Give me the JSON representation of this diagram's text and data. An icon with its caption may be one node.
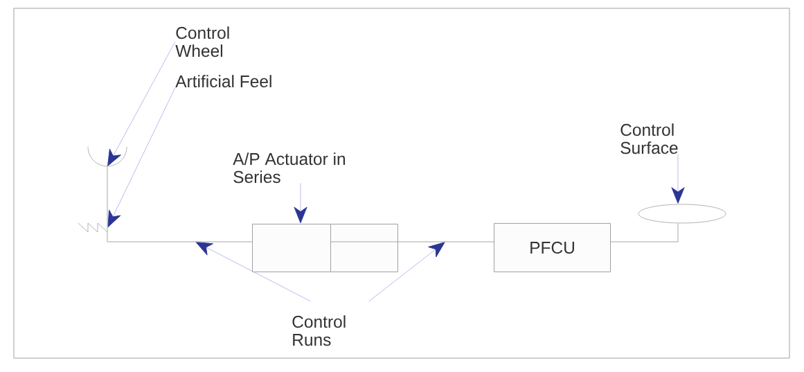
{
  "diagram": {
    "nodes": [
      {
        "text": [
          "Control Wheel"
        ]
      },
      {
        "text": [
          "Artificial Feel"
        ]
      },
      {
        "text": [
          "Control Surface"
        ]
      },
      {
        "text": [],
        "shape": "semicircle"
      },
      {
        "text": [
          "A/P Actuator in Series"
        ]
      },
      {
        "text": [],
        "shape": "ellipse"
      },
      {
        "text": [],
        "shape": "zigzag"
      },
      {
        "text": [],
        "shape": "box"
      },
      {
        "text": [],
        "shape": "box"
      },
      {
        "text": [
          "PFCU"
        ]
      },
      {
        "text": [
          "Control Runs"
        ]
      }
    ],
    "edges": [
      {
        "from": 0,
        "to": 3,
        "arrow": "to"
      },
      {
        "from": 1,
        "to": 6,
        "arrow": "to"
      },
      {
        "from": 4,
        "to": 7,
        "arrow": "to"
      },
      {
        "from": 2,
        "to": 5,
        "arrow": "to"
      },
      {
        "from": 10,
        "to": null,
        "arrow": "to"
      },
      {
        "from": 10,
        "to": null,
        "arrow": "to"
      },
      {
        "from": 3,
        "to": 7,
        "arrow": "none",
        "color": "#a6a6a6"
      },
      {
        "from": 8,
        "to": 9,
        "arrow": "none",
        "color": "#a6a6a6"
      },
      {
        "from": 9,
        "to": 5,
        "arrow": "none",
        "color": "#a6a6a6"
      }
    ]
  }
}
